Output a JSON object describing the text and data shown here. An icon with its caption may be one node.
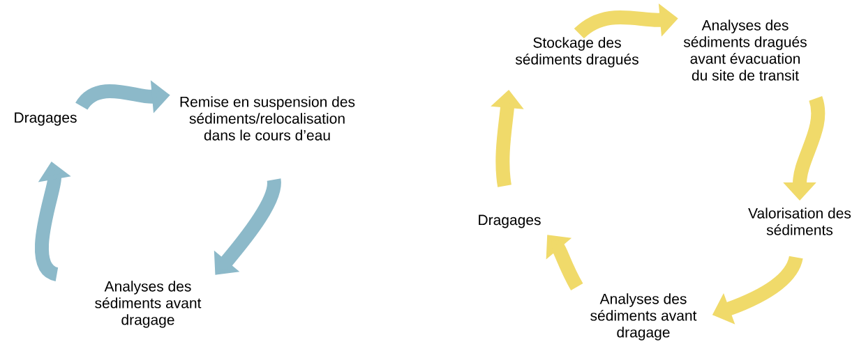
{
  "diagram": {
    "nodes": [
      {
        "text": [
          "Dragages"
        ]
      },
      {
        "text": [
          "Remise en suspension des sédiments/relocalisation dans le cours d’eau"
        ]
      },
      {
        "text": [
          "Analyses des sédiments avant dragage"
        ]
      },
      {
        "text": [
          "Stockage des sédiments dragués"
        ]
      },
      {
        "text": [
          "Analyses des sédiments dragués avant évacuation du site de transit"
        ]
      },
      {
        "text": [
          "Valorisation des sédiments"
        ]
      },
      {
        "text": [
          "Analyses des sédiments avant dragage"
        ]
      },
      {
        "text": [
          "Dragages"
        ]
      }
    ],
    "edges": [
      {
        "from": 0,
        "to": 1,
        "arrow": "to",
        "color": "#8cb9c9"
      },
      {
        "from": 1,
        "to": 2,
        "arrow": "to",
        "color": "#8cb9c9"
      },
      {
        "from": 2,
        "to": 0,
        "arrow": "to",
        "color": "#8cb9c9"
      },
      {
        "from": 3,
        "to": 4,
        "arrow": "to",
        "color": "#f0da6a"
      },
      {
        "from": 4,
        "to": 5,
        "arrow": "to",
        "color": "#f0da6a"
      },
      {
        "from": 5,
        "to": 6,
        "arrow": "to",
        "color": "#f0da6a"
      },
      {
        "from": 6,
        "to": 7,
        "arrow": "to",
        "color": "#f0da6a"
      },
      {
        "from": 7,
        "to": 3,
        "arrow": "to",
        "color": "#f0da6a"
      }
    ]
  }
}
